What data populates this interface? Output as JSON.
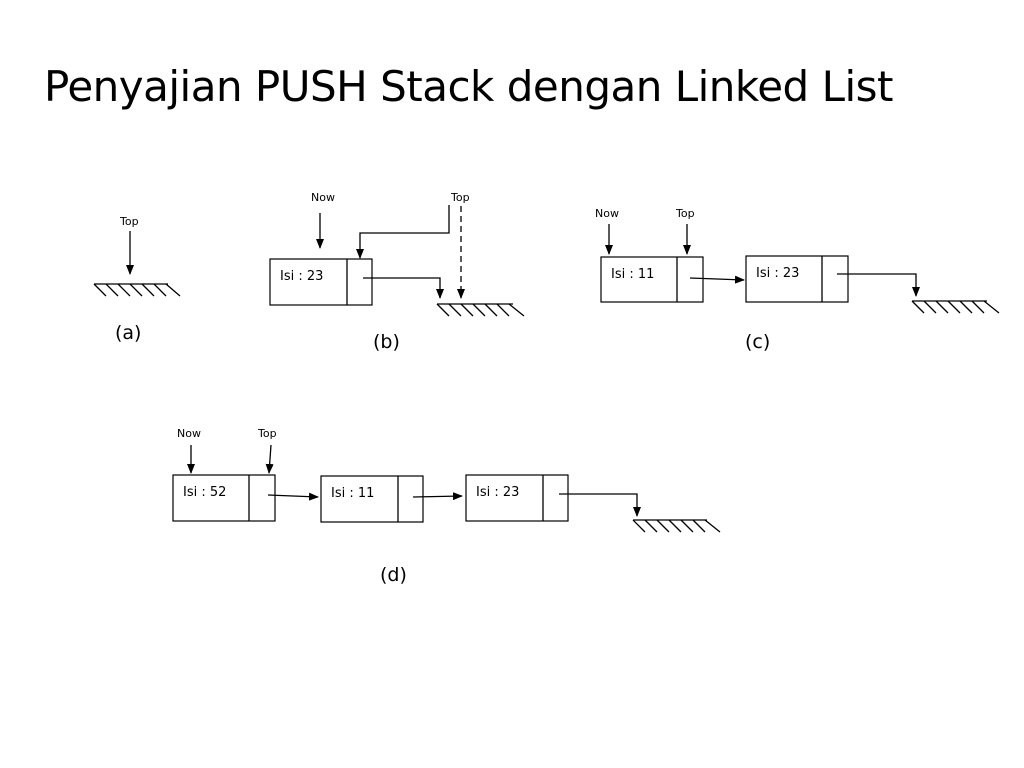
{
  "slide": {
    "title": "Penyajian PUSH Stack dengan Linked List"
  },
  "diagram": {
    "panel_a": {
      "caption": "(a)",
      "top_label": "Top"
    },
    "panel_b": {
      "caption": "(b)",
      "now_label": "Now",
      "top_label": "Top",
      "node_1": "Isi : 23"
    },
    "panel_c": {
      "caption": "(c)",
      "now_label": "Now",
      "top_label": "Top",
      "node_1": "Isi : 11",
      "node_2": "Isi : 23"
    },
    "panel_d": {
      "caption": "(d)",
      "now_label": "Now",
      "top_label": "Top",
      "node_1": "Isi : 52",
      "node_2": "Isi : 11",
      "node_3": "Isi : 23"
    }
  }
}
